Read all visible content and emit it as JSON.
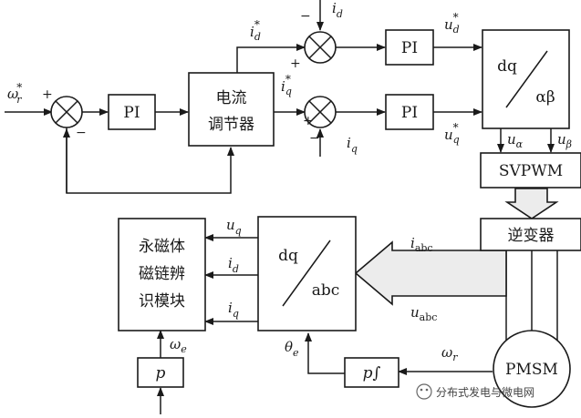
{
  "blocks": {
    "pi_speed": "PI",
    "current_regulator_line1": "电流",
    "current_regulator_line2": "调节器",
    "pi_d": "PI",
    "pi_q": "PI",
    "dq_alphabeta_top": "dq",
    "dq_alphabeta_bottom": "αβ",
    "svpwm": "SVPWM",
    "inverter": "逆变器",
    "dq_abc_top": "dq",
    "dq_abc_bottom": "abc",
    "identification_line1": "永磁体",
    "identification_line2": "磁链辨",
    "identification_line3": "识模块",
    "derivative": "p",
    "integrator": "p∫",
    "motor": "PMSM"
  },
  "signals": {
    "omega_ref": "ω",
    "omega_ref_sub": "r",
    "id_ref": "i",
    "id_ref_sub": "d",
    "iq_ref": "i",
    "iq_ref_sub": "q",
    "id_fb": "i",
    "id_fb_sub": "d",
    "iq_fb": "i",
    "iq_fb_sub": "q",
    "ud_ref": "u",
    "ud_ref_sub": "d",
    "uq_ref": "u",
    "uq_ref_sub": "q",
    "u_alpha": "u",
    "u_alpha_sub": "α",
    "u_beta": "u",
    "u_beta_sub": "β",
    "i_abc": "i",
    "i_abc_sub": "abc",
    "u_abc": "u",
    "u_abc_sub": "abc",
    "uq_out": "u",
    "uq_out_sub": "q",
    "id_out": "i",
    "id_out_sub": "d",
    "iq_out": "i",
    "iq_out_sub": "q",
    "omega_e": "ω",
    "omega_e_sub": "e",
    "theta_e": "θ",
    "theta_e_sub": "e",
    "omega_r": "ω",
    "omega_r_sub": "r"
  },
  "signs": {
    "plus": "+",
    "minus": "−",
    "star": "*"
  },
  "watermark": "分布式发电与微电网"
}
